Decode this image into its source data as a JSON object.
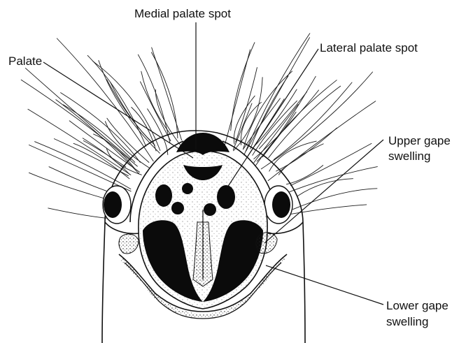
{
  "labels": {
    "medial_palate_spot": "Medial palate spot",
    "palate": "Palate",
    "lateral_palate_spot": "Lateral palate spot",
    "upper_gape_line1": "Upper gape",
    "upper_gape_line2": "swelling",
    "lower_gape_line1": "Lower gape",
    "lower_gape_line2": "swelling"
  },
  "colors": {
    "ink": "#111111",
    "background": "#ffffff"
  }
}
